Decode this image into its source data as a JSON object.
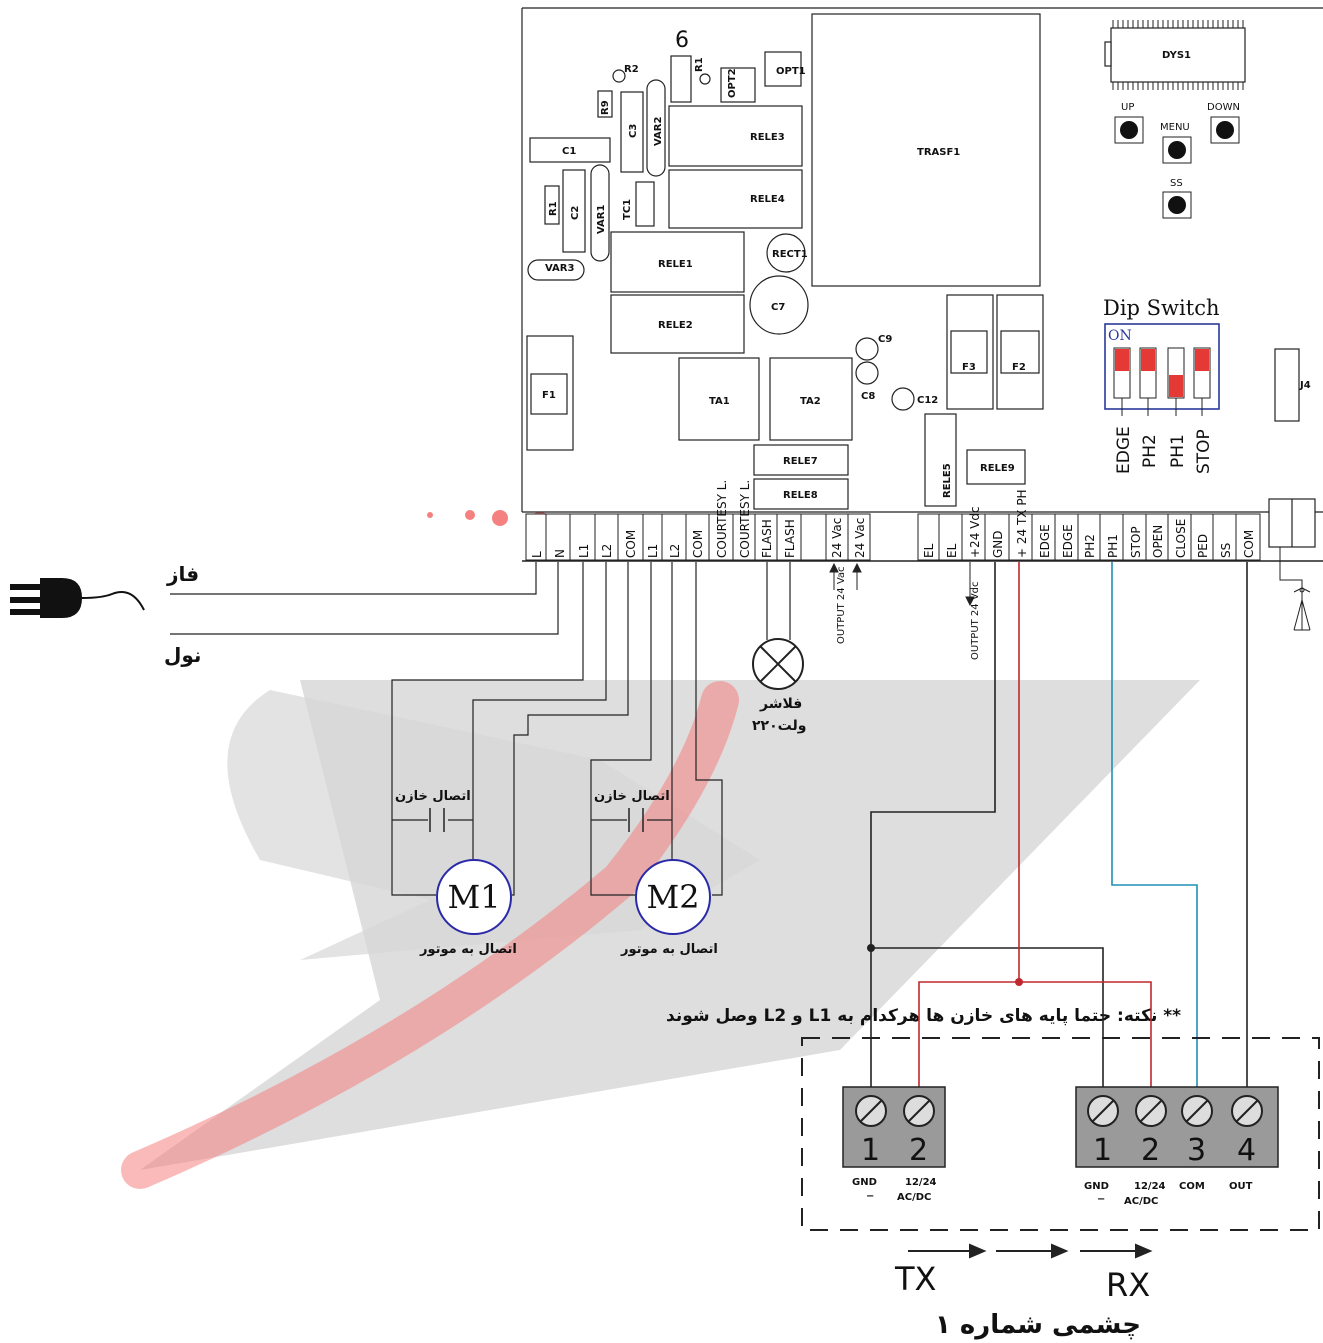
{
  "board": {
    "title_number": "6",
    "components": {
      "r2": "R2",
      "r9": "R9",
      "c3": "C3",
      "var2": "VAR2",
      "r1_small": "R1",
      "opt1": "OPT1",
      "opt2": "OPT2",
      "c1": "C1",
      "r1": "R1",
      "c2": "C2",
      "var1": "VAR1",
      "tc1": "TC1",
      "var3": "VAR3",
      "rele1": "RELE1",
      "rele2": "RELE2",
      "rele3": "RELE3",
      "rele4": "RELE4",
      "rele5": "RELE5",
      "rele7": "RELE7",
      "rele8": "RELE8",
      "rele9": "RELE9",
      "rect1": "RECT1",
      "c7": "C7",
      "c8": "C8",
      "c9": "C9",
      "c12": "C12",
      "f1": "F1",
      "f2": "F2",
      "f3": "F3",
      "ta1": "TA1",
      "ta2": "TA2",
      "trasf1": "TRASF1",
      "dys1": "DYS1",
      "j4": "J4"
    },
    "buttons": {
      "up": "UP",
      "down": "DOWN",
      "menu": "MENU",
      "ss": "SS"
    },
    "dip_switch": {
      "title": "Dip  Switch",
      "on_label": "ON",
      "labels": [
        "EDGE",
        "PH2",
        "PH1",
        "STOP"
      ]
    },
    "terminals_left": [
      "L",
      "N",
      "L1",
      "L2",
      "COM",
      "L1",
      "L2",
      "COM",
      "COURTESY L.",
      "COURTESY L.",
      "FLASH",
      "FLASH",
      "24 Vac",
      "24 Vac"
    ],
    "terminals_right": [
      "EL",
      "EL",
      "+24 Vdc",
      "GND",
      "+ 24 TX PH",
      "EDGE",
      "EDGE",
      "PH2",
      "PH1",
      "STOP",
      "OPEN",
      "CLOSE",
      "PED",
      "SS",
      "COM"
    ],
    "output_vac": "OUTPUT 24 Vac",
    "output_vdc": "OUTPUT 24 Vdc"
  },
  "power": {
    "phase": "فاز",
    "neutral": "نول"
  },
  "flasher": {
    "line1": "فلاشر",
    "line2": "۲۲۰ولت"
  },
  "motors": {
    "capacitor_label": "اتصال خازن",
    "m1": "M1",
    "m2": "M2",
    "motor_connection": "اتصال به موتور"
  },
  "note": "** نکته: حتما پایه های خازن ها هرکدام به L1 و L2 وصل شوند",
  "photocell": {
    "tx_terminals": [
      {
        "num": "1",
        "label": "GND",
        "sub": "−"
      },
      {
        "num": "2",
        "label": "12/24",
        "sub": "AC/DC"
      }
    ],
    "rx_terminals": [
      {
        "num": "1",
        "label": "GND",
        "sub": "−"
      },
      {
        "num": "2",
        "label": "12/24",
        "sub": "AC/DC"
      },
      {
        "num": "3",
        "label": "COM",
        "sub": ""
      },
      {
        "num": "4",
        "label": "OUT",
        "sub": ""
      }
    ],
    "tx": "TX",
    "rx": "RX",
    "caption": "چشمی شماره ۱"
  },
  "colors": {
    "red_wire": "#c0282d",
    "blue_wire": "#1f8fb5",
    "dip_red": "#e53935",
    "dip_frame": "#2a3a9a",
    "motor_ring": "#2a2aa8",
    "watermark_gray": "#d4d4d4",
    "watermark_red": "#f25a5a"
  }
}
